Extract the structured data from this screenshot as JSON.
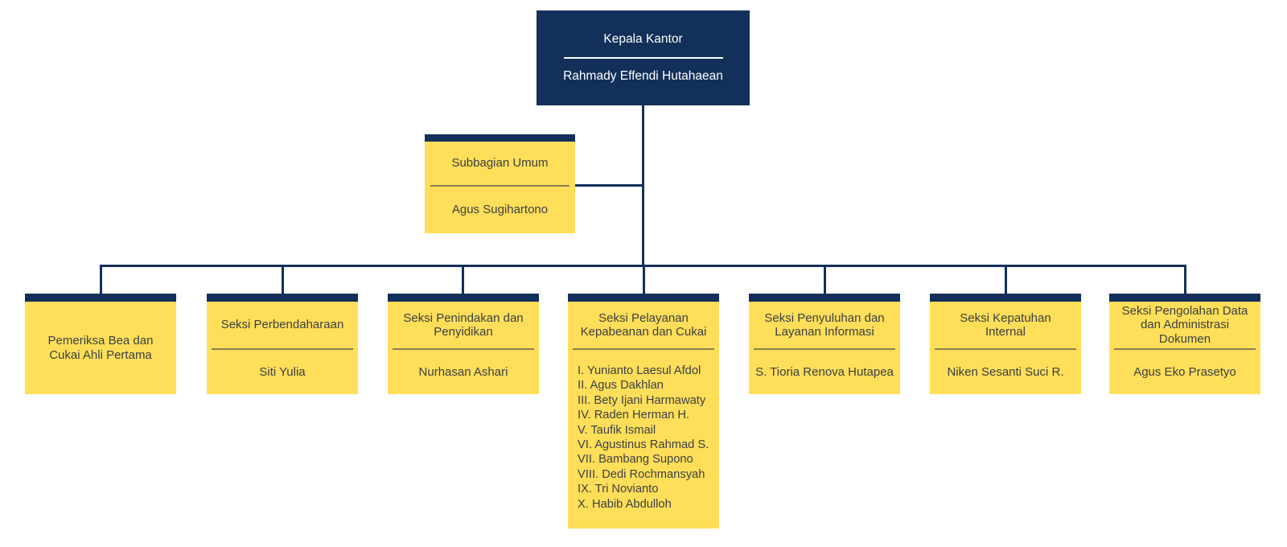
{
  "org": {
    "root": {
      "title": "Kepala Kantor",
      "name": "Rahmady Effendi Hutahaean"
    },
    "staff": {
      "title": "Subbagian Umum",
      "name": "Agus Sugihartono"
    },
    "departments": [
      {
        "title": "Pemeriksa Bea dan Cukai Ahli Pertama",
        "name": ""
      },
      {
        "title": "Seksi Perbendaharaan",
        "name": "Siti Yulia"
      },
      {
        "title": "Seksi Penindakan dan Penyidikan",
        "name": "Nurhasan Ashari"
      },
      {
        "title": "Seksi Pelayanan Kepabeanan dan Cukai",
        "name": "",
        "members": [
          "I. Yunianto Laesul Afdol",
          "II. Agus Dakhlan",
          "III. Bety Ijani Harmawaty",
          "IV. Raden Herman H.",
          "V. Taufik Ismail",
          "VI. Agustinus Rahmad S.",
          "VII. Bambang Supono",
          "VIII. Dedi Rochmansyah",
          "IX. Tri Novianto",
          "X. Habib Abdulloh"
        ]
      },
      {
        "title": "Seksi Penyuluhan dan Layanan Informasi",
        "name": "S. Tioria Renova Hutapea"
      },
      {
        "title": "Seksi Kepatuhan Internal",
        "name": "Niken Sesanti Suci R."
      },
      {
        "title": "Seksi Pengolahan Data dan Administrasi Dokumen",
        "name": "Agus Eko Prasetyo"
      }
    ],
    "colors": {
      "navy": "#12305a",
      "yellow": "#ffde59",
      "divider_on_yellow": "#8a8052",
      "divider_on_navy": "#ffffff",
      "text_dark": "#3b4045",
      "text_light": "#ffffff"
    }
  }
}
